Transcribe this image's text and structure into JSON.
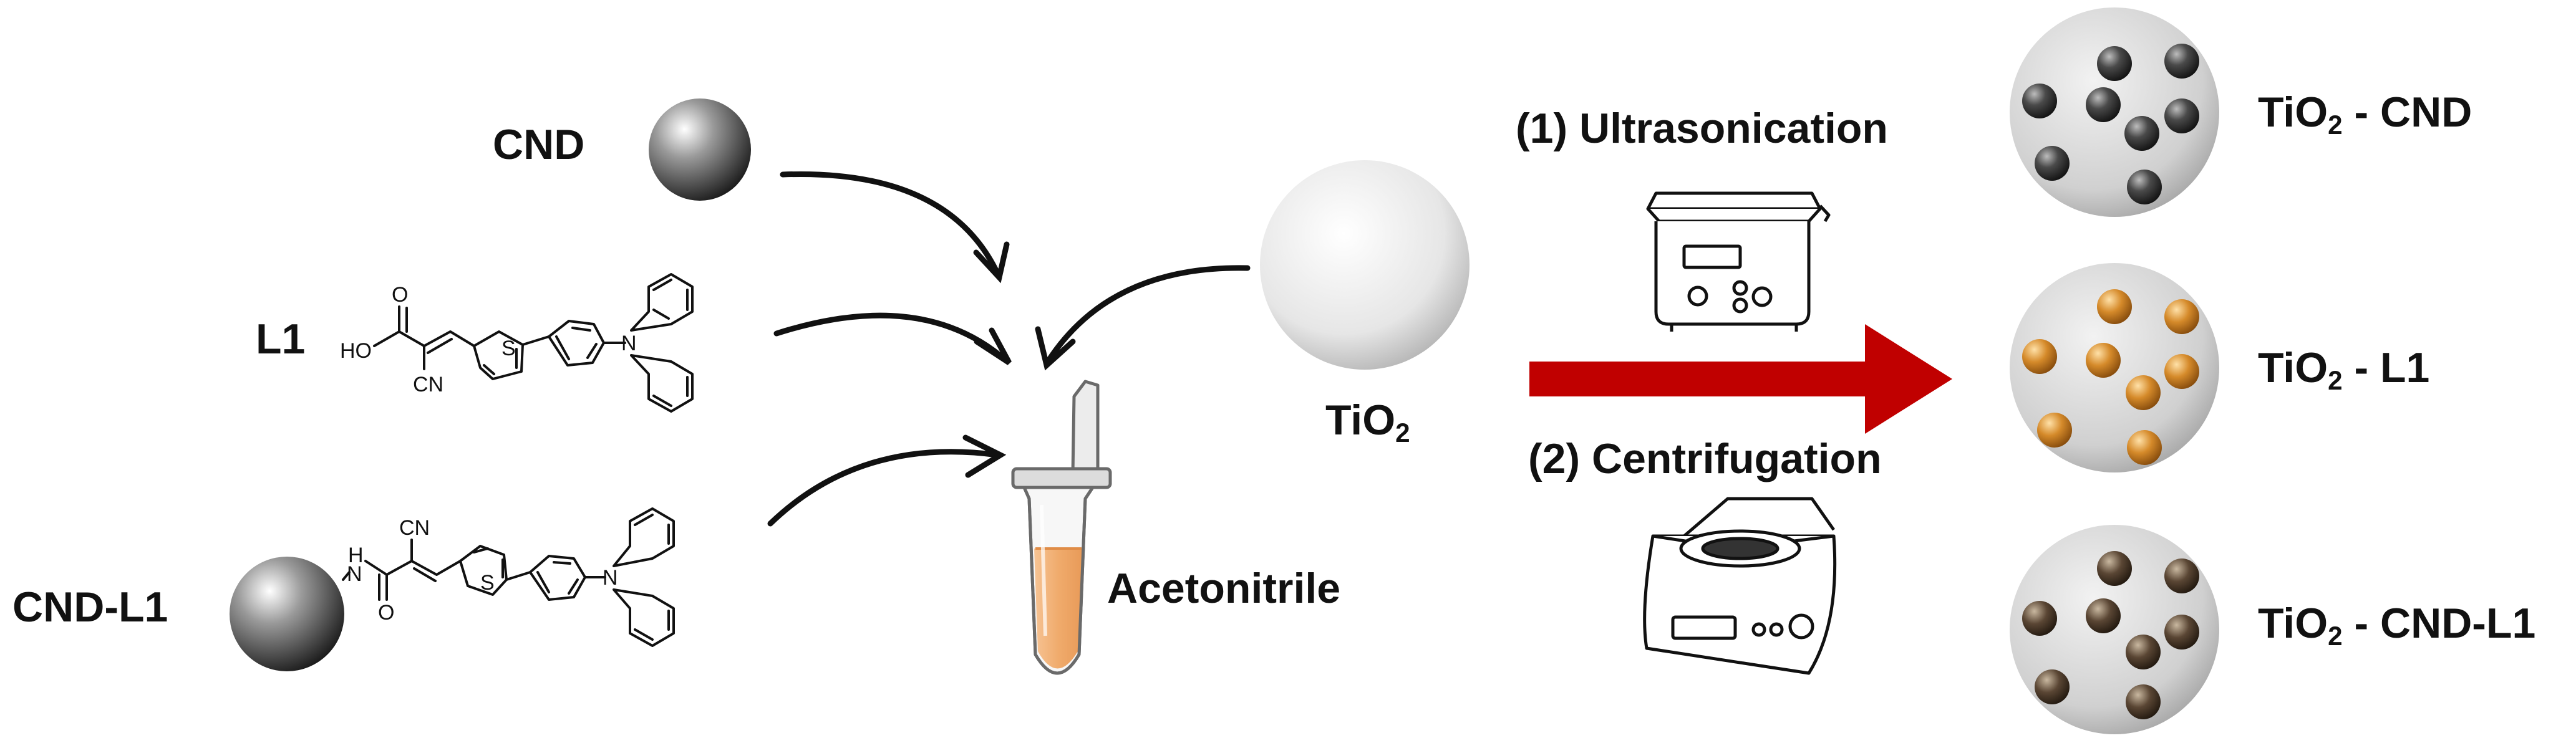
{
  "reagents": {
    "cnd_label": "CND",
    "l1_label": "L1",
    "cnd_l1_label": "CND-L1",
    "tio2_main": "TiO",
    "tio2_sub": "2"
  },
  "chem_atoms": {
    "ho": "HO",
    "o": "O",
    "cn": "CN",
    "s": "S",
    "n": "N",
    "h": "H"
  },
  "tube_label": "Acetonitrile",
  "steps": {
    "step1": "(1) Ultrasonication",
    "step2": "(2) Centrifugation"
  },
  "products": [
    {
      "prefix": "TiO",
      "sub": "2",
      "suffix": " - CND",
      "dot_color": "#2e2e2e"
    },
    {
      "prefix": "TiO",
      "sub": "2",
      "suffix": " - L1",
      "dot_color": "#c9781a"
    },
    {
      "prefix": "TiO",
      "sub": "2",
      "suffix": " - CND-L1",
      "dot_color": "#4a3a2a"
    }
  ],
  "colors": {
    "reaction_arrow": "#c00000",
    "sphere_dark": "#1e1e1e",
    "tio2_sphere": "#d8d8d8",
    "liquid": "#f0b27a"
  }
}
